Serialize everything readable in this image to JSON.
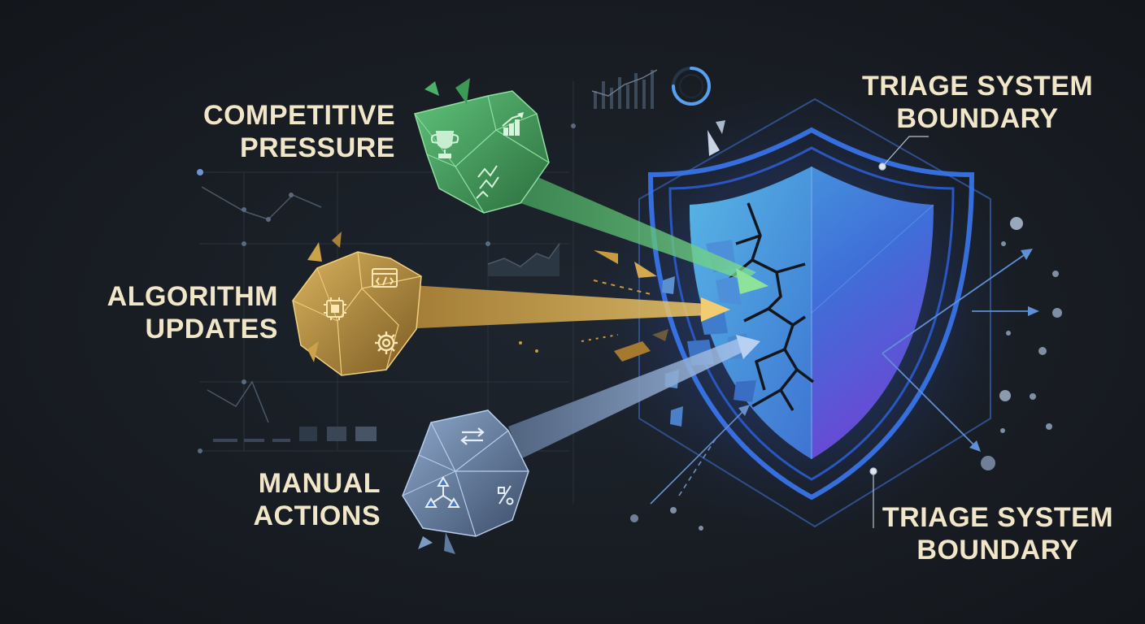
{
  "labels": {
    "competitive_pressure": [
      "COMPETITIVE",
      "PRESSURE"
    ],
    "algorithm_updates": [
      "ALGORITHM",
      "UPDATES"
    ],
    "manual_actions": [
      "MANUAL",
      "ACTIONS"
    ],
    "boundary_top": [
      "TRIAGE SYSTEM",
      "BOUNDARY"
    ],
    "boundary_bottom": [
      "TRIAGE SYSTEM",
      "BOUNDARY"
    ]
  },
  "icons": {
    "competitive_pressure": [
      "trophy-icon",
      "growth-chart-icon",
      "volatility-arrows-icon"
    ],
    "algorithm_updates": [
      "code-window-icon",
      "chip-icon",
      "gear-icon"
    ],
    "manual_actions": [
      "swap-arrows-icon",
      "network-icon",
      "percent-icon"
    ],
    "shield": "shield-icon"
  },
  "colors": {
    "background": "#1a1f26",
    "label_text": "#f2e6c9",
    "competitive_green": "#4caf6a",
    "algorithm_gold": "#c9a24a",
    "manual_blue": "#7b9bc4",
    "shield_blue": "#3d7fd9",
    "shield_purple": "#6a4fd6",
    "boundary_glow": "#3b6ff0"
  }
}
